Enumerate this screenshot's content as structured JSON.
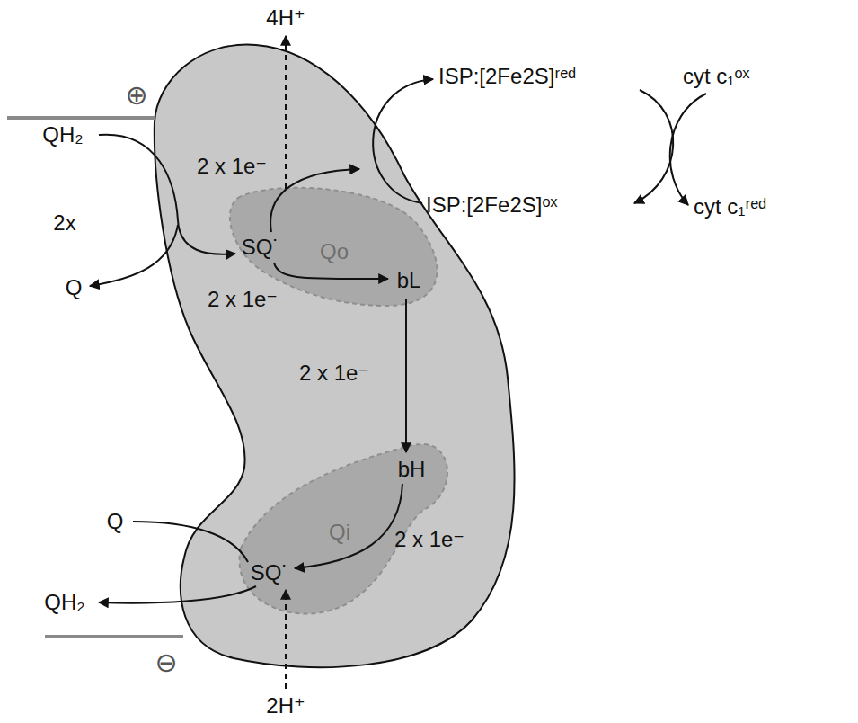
{
  "diagram": {
    "nodes": [
      {
        "text": [
          "2 x 1e⁻",
          "2 x 1e⁻",
          "2 x 1e⁻",
          "2 x 1e⁻"
        ]
      },
      {
        "text": [
          "SQ˙",
          "Qo",
          "bL"
        ],
        "in": 0
      },
      {
        "text": [
          "bH",
          "Qi",
          "SQ˙"
        ],
        "in": 0
      }
    ],
    "labels": [
      "4H⁺",
      "⊕",
      "QH₂",
      "2x",
      "Q",
      "ISP:[2Fe2S]ʳᵉᵈ",
      "cyt c₁ᵒˣ",
      "ISP:[2Fe2S]ᵒˣ",
      "cyt c₁ʳᵉᵈ",
      "Q",
      "QH₂",
      "⊖",
      "2H⁺"
    ]
  }
}
